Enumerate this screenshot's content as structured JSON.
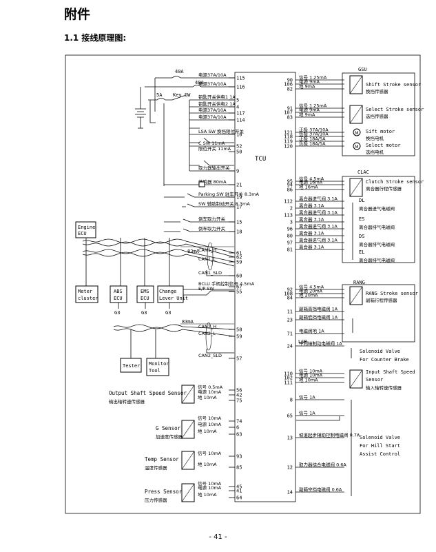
{
  "header": {
    "title": "附件",
    "subtitle": "1.1  接线原理图:"
  },
  "footer": {
    "page": "- 41 -"
  },
  "tcu": {
    "label": "TCU"
  },
  "left_pins": [
    {
      "pin": "115",
      "label": "电源37A/10A"
    },
    {
      "pin": "116",
      "label": "电源37A/10A"
    },
    {
      "pin": "5",
      "label": "钥匙开关供电1 1A"
    },
    {
      "pin": "4",
      "label": "钥匙开关供电2 1A"
    },
    {
      "pin": "117",
      "label": "电源37A/10A"
    },
    {
      "pin": "114",
      "label": "电源37A/10A"
    },
    {
      "pin": "10",
      "label": "LSA SW 换挡限位开关"
    },
    {
      "pin": "52",
      "label": "C SW 11mA"
    },
    {
      "pin": "50",
      "label": "限位开关 11mA"
    },
    {
      "pin": "9",
      "label": "取力器输出开关"
    },
    {
      "pin": "21",
      "label": "蜂鸣器 80mA"
    },
    {
      "pin": "19",
      "label": "Parking SW 驻车开关 8.3mA"
    },
    {
      "pin": "17",
      "label": "SW 辅助制动开关 8.3mA"
    },
    {
      "pin": "15",
      "label": "倒车取力开关"
    },
    {
      "pin": "18",
      "label": "倒车取力开关"
    },
    {
      "pin": "61",
      "label": "CAN1_H"
    },
    {
      "pin": "62",
      "label": ""
    },
    {
      "pin": "59",
      "label": "CAN1_L"
    },
    {
      "pin": "60",
      "label": "CAN1_SLD"
    },
    {
      "pin": "67",
      "label": "BCLU 手柄控制信号 4.5mA"
    },
    {
      "pin": "55",
      "label": "E/P SW"
    },
    {
      "pin": "58",
      "label": "CAN2_H"
    },
    {
      "pin": "59",
      "label": "CAN2_L"
    },
    {
      "pin": "57",
      "label": "CAN2_SLD"
    },
    {
      "pin": "56",
      "label": "信号 0.5mA"
    },
    {
      "pin": "42",
      "label": "电源 10mA"
    },
    {
      "pin": "75",
      "label": "地 10mA"
    },
    {
      "pin": "74",
      "label": "信号 10mA"
    },
    {
      "pin": "6",
      "label": "电源 10mA"
    },
    {
      "pin": "63",
      "label": "地 10mA"
    },
    {
      "pin": "93",
      "label": "信号 10mA"
    },
    {
      "pin": "85",
      "label": "地 10mA"
    },
    {
      "pin": "45",
      "label": "信号 10mA"
    },
    {
      "pin": "41",
      "label": "电源 10mA"
    },
    {
      "pin": "64",
      "label": "地 10mA"
    }
  ],
  "right_pins": [
    {
      "pin": "90",
      "label": "信号 1.25mA"
    },
    {
      "pin": "106",
      "label": "电源 9mA"
    },
    {
      "pin": "82",
      "label": "地 9mA"
    },
    {
      "pin": "91",
      "label": "信号 1.25mA"
    },
    {
      "pin": "107",
      "label": "电源 9mA"
    },
    {
      "pin": "83",
      "label": "地 9mA"
    },
    {
      "pin": "121",
      "label": "正极 37A/10A"
    },
    {
      "pin": "118",
      "label": "负极 37A/10A"
    },
    {
      "pin": "119",
      "label": "正极 18A/5A"
    },
    {
      "pin": "120",
      "label": "负极 18A/5A"
    },
    {
      "pin": "95",
      "label": "信号 4.5mA"
    },
    {
      "pin": "94",
      "label": "电源 16mA"
    },
    {
      "pin": "86",
      "label": "地 16mA"
    },
    {
      "pin": "112",
      "label": "离合器进气阀 3.1A"
    },
    {
      "pin": "2",
      "label": "离合器 3.1A"
    },
    {
      "pin": "113",
      "label": "离合器进气阀 3.1A"
    },
    {
      "pin": "3",
      "label": "离合器 3.1A"
    },
    {
      "pin": "96",
      "label": "离合器进气阀 3.1A"
    },
    {
      "pin": "80",
      "label": "离合器 3.1A"
    },
    {
      "pin": "97",
      "label": "离合器进气阀 3.1A"
    },
    {
      "pin": "81",
      "label": "离合器 3.1A"
    },
    {
      "pin": "92",
      "label": "信号 4.5mA"
    },
    {
      "pin": "108",
      "label": "电源 20mA"
    },
    {
      "pin": "84",
      "label": "地 20mA"
    },
    {
      "pin": "11",
      "label": "副箱高挡电磁阀 1A"
    },
    {
      "pin": "23",
      "label": "副箱低挡电磁阀 1A"
    },
    {
      "pin": "71",
      "label": "电磁阀地 1A"
    },
    {
      "pin": "24",
      "label": "中间轴制动电磁阀 1A"
    },
    {
      "pin": "110",
      "label": "信号 10mA"
    },
    {
      "pin": "102",
      "label": "电源 10mA"
    },
    {
      "pin": "111",
      "label": "地 10mA"
    },
    {
      "pin": "8",
      "label": "信号 1A"
    },
    {
      "pin": "65",
      "label": "信号 1A"
    },
    {
      "pin": "13",
      "label": "坡道起步辅助控制电磁阀 0.7A"
    },
    {
      "pin": "12",
      "label": "取力器结合电磁阀 0.6A"
    },
    {
      "pin": "14",
      "label": "副箱空挡电磁阀 0.6A"
    }
  ],
  "components": {
    "gsu": "GSU",
    "shift_sensor": "Shift Stroke sensor",
    "shift_sensor_cn": "换挡传感器",
    "select_sensor": "Select Stroke sensor",
    "select_sensor_cn": "选挡传感器",
    "shift_motor": "Sift motor",
    "shift_motor_cn": "换挡电机",
    "select_motor": "Select motor",
    "select_motor_cn": "选挡电机",
    "clac": "CLAC",
    "clutch_sensor": "Clutch Stroke sensor",
    "clutch_sensor_cn": "离合器行程传感器",
    "dl": "DL",
    "dl_cn": "离合器进气电磁阀",
    "es": "ES",
    "es_cn": "离合器排气电磁阀",
    "ds": "DS",
    "ds_cn": "离合器排气电磁阀",
    "el": "EL",
    "el_cn": "离合器排气电磁阀",
    "rang": "RANG",
    "rang_sensor": "RANG Stroke sensor",
    "rang_sensor_cn": "副箱行程传感器",
    "lsb": "LSB",
    "counter_brake": [
      "Solenoid Valve",
      "For Counter Brake"
    ],
    "input_speed": [
      "Input Shaft Speed",
      "Sensor"
    ],
    "input_speed_cn": "输入轴转速传感器",
    "hill_start": [
      "Solenoid Valve",
      "For Hill Start",
      "Assist Control"
    ],
    "engine_ecu": [
      "Engine",
      "ECU"
    ],
    "meter": [
      "Meter",
      "cluster"
    ],
    "abs": [
      "ABS",
      "ECU"
    ],
    "ems": [
      "EMS",
      "ECU"
    ],
    "change_lever": [
      "Change",
      "Lever Unit"
    ],
    "tester": "Tester",
    "monitor": [
      "Monitor",
      "Tool"
    ],
    "g3": "G3",
    "output_speed": "Output Shaft Speed Sensor",
    "output_speed_cn": "输出轴转速传感器",
    "g_sensor": "G Sensor",
    "g_sensor_cn": "加速度传感器",
    "temp_sensor": "Temp Sensor",
    "temp_sensor_cn": "温度传感器",
    "press_sensor": "Press Sensor",
    "press_sensor_cn": "压力传感器",
    "fuse_40a": "40A",
    "fuse_40a_2": "40A",
    "fuse_5a": "5A",
    "key_sw": "Key SW",
    "r83_1": "83mA",
    "r83_2": "83mA"
  }
}
